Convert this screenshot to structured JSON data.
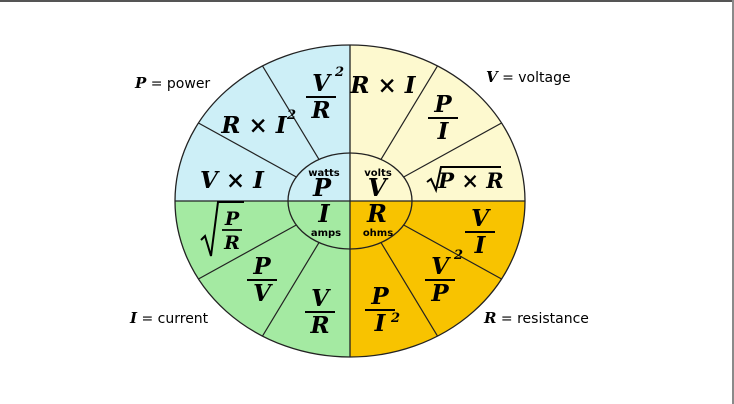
{
  "colors": {
    "power": "#cdeff7",
    "voltage": "#fdf9cf",
    "current": "#a4eaa2",
    "resistance": "#f8c300",
    "stroke": "#222222"
  },
  "legend": {
    "power": {
      "symbol": "P",
      "text": " = power"
    },
    "voltage": {
      "symbol": "V",
      "text": " = voltage"
    },
    "current": {
      "symbol": "I",
      "text": " = current"
    },
    "resistance": {
      "symbol": "R",
      "text": " = resistance"
    }
  },
  "center": {
    "watts": {
      "unit": "watts",
      "letter": "P"
    },
    "volts": {
      "unit": "volts",
      "letter": "V"
    },
    "amps": {
      "unit": "amps",
      "letter": "I"
    },
    "ohms": {
      "unit": "ohms",
      "letter": "R"
    }
  },
  "formulas": {
    "power": [
      {
        "kind": "frac",
        "num": "V",
        "num_sup": "2",
        "den": "R",
        "den_sup": ""
      },
      {
        "kind": "inline",
        "text": "R × I",
        "sup": "2"
      },
      {
        "kind": "inline",
        "text": "V × I",
        "sup": ""
      }
    ],
    "voltage": [
      {
        "kind": "inline",
        "text": "R × I",
        "sup": ""
      },
      {
        "kind": "frac",
        "num": "P",
        "num_sup": "",
        "den": "I",
        "den_sup": ""
      },
      {
        "kind": "sqrt",
        "text": "P × R"
      }
    ],
    "resistance": [
      {
        "kind": "frac",
        "num": "V",
        "num_sup": "",
        "den": "I",
        "den_sup": ""
      },
      {
        "kind": "frac",
        "num": "V",
        "num_sup": "2",
        "den": "P",
        "den_sup": ""
      },
      {
        "kind": "frac",
        "num": "P",
        "num_sup": "",
        "den": "I",
        "den_sup": "2"
      }
    ],
    "current": [
      {
        "kind": "sqrtfrac",
        "num": "P",
        "den": "R"
      },
      {
        "kind": "frac",
        "num": "P",
        "num_sup": "",
        "den": "V",
        "den_sup": ""
      },
      {
        "kind": "frac",
        "num": "V",
        "num_sup": "",
        "den": "R",
        "den_sup": ""
      }
    ]
  }
}
